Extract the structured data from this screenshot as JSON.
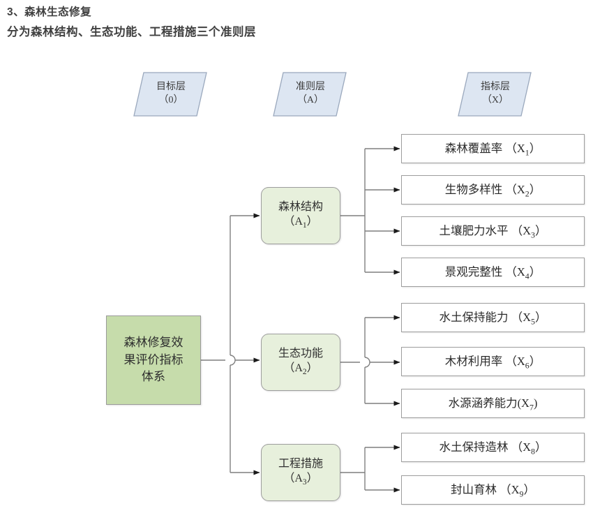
{
  "headings": {
    "line1": "3、森林生态修复",
    "line2": "分为森林结构、生态功能、工程措施三个准则层"
  },
  "legend": {
    "goal": {
      "label": "目标层",
      "code": "（0）"
    },
    "criteria": {
      "label": "准则层",
      "code": "（A）"
    },
    "indicator": {
      "label": "指标层",
      "code": "（X）"
    }
  },
  "root": {
    "label": "森林修复效果评价指标体系",
    "line1": "森林修复效",
    "line2": "果评价指标",
    "line3": "体系"
  },
  "criteria": [
    {
      "id": "A1",
      "label": "森林结构",
      "code_prefix": "（A",
      "code_sub": "1",
      "code_suffix": "）"
    },
    {
      "id": "A2",
      "label": "生态功能",
      "code_prefix": "（A",
      "code_sub": "2",
      "code_suffix": "）"
    },
    {
      "id": "A3",
      "label": "工程措施",
      "code_prefix": "（A",
      "code_sub": "3",
      "code_suffix": "）"
    }
  ],
  "indicators": [
    {
      "id": "X1",
      "parent": "A1",
      "label": "森林覆盖率",
      "code_prefix": "（X",
      "code_sub": "1",
      "code_suffix": "）",
      "spacer": " "
    },
    {
      "id": "X2",
      "parent": "A1",
      "label": "生物多样性",
      "code_prefix": "（X",
      "code_sub": "2",
      "code_suffix": "）",
      "spacer": " "
    },
    {
      "id": "X3",
      "parent": "A1",
      "label": "土壤肥力水平",
      "code_prefix": "（X",
      "code_sub": "3",
      "code_suffix": "）",
      "spacer": " "
    },
    {
      "id": "X4",
      "parent": "A1",
      "label": "景观完整性",
      "code_prefix": "（X",
      "code_sub": "4",
      "code_suffix": "）",
      "spacer": " "
    },
    {
      "id": "X5",
      "parent": "A2",
      "label": "水土保持能力",
      "code_prefix": "（X",
      "code_sub": "5",
      "code_suffix": "）",
      "spacer": " "
    },
    {
      "id": "X6",
      "parent": "A2",
      "label": "木材利用率",
      "code_prefix": "（X",
      "code_sub": "6",
      "code_suffix": "）",
      "spacer": " "
    },
    {
      "id": "X7",
      "parent": "A2",
      "label": "水源涵养能力",
      "code_prefix": "(X",
      "code_sub": "7",
      "code_suffix": ")",
      "spacer": ""
    },
    {
      "id": "X8",
      "parent": "A3",
      "label": "水土保持造林",
      "code_prefix": "（X",
      "code_sub": "8",
      "code_suffix": "）",
      "spacer": " "
    },
    {
      "id": "X9",
      "parent": "A3",
      "label": "封山育林",
      "code_prefix": "（X",
      "code_sub": "9",
      "code_suffix": "）",
      "spacer": " "
    }
  ],
  "colors": {
    "root_fill": "#c6dcab",
    "criteria_fill": "#e7f0dc",
    "indicator_fill": "#ffffff",
    "legend_fill": "#dde6f2",
    "legend_border": "#9aa8bd",
    "node_border": "#9d9d9d",
    "connector": "#7f7f7f",
    "text": "#2f2f2f"
  }
}
